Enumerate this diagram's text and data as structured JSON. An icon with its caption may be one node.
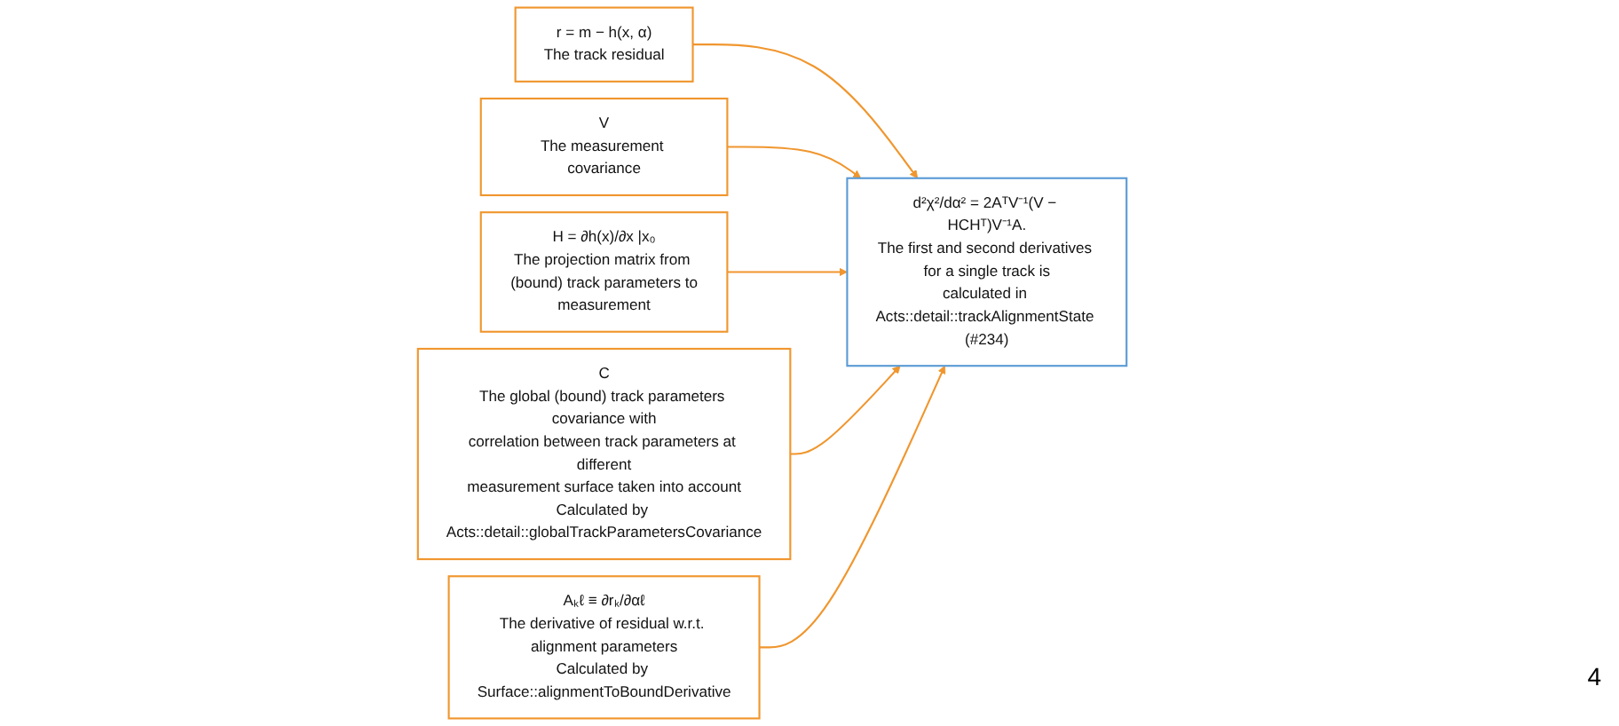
{
  "diagram": {
    "nodes": [
      {
        "text": [
          "r = m − h(x, α)",
          "The track residual"
        ]
      },
      {
        "text": [
          "V",
          "The measurement covariance"
        ]
      },
      {
        "text": [
          "H = ∂h(x)/∂x |x₀",
          "The projection matrix from (bound) track parameters to measurement"
        ]
      },
      {
        "text": [
          "C",
          "The global (bound) track parameters covariance with correlation between track parameters at different measurement surface taken into account",
          "Calculated by Acts::detail::globalTrackParametersCovariance"
        ]
      },
      {
        "text": [
          "Aₖℓ ≡ ∂rₖ/∂αℓ",
          "The derivative of residual w.r.t. alignment parameters",
          "Calculated by Surface::alignmentToBoundDerivative"
        ]
      },
      {
        "text": [
          "d²χ²/dα² = 2AᵀV⁻¹(V − HCHᵀ)V⁻¹A.",
          "The first and second derivatives for a single track is calculated in Acts::detail::trackAlignmentState (#234)"
        ]
      }
    ],
    "edges": [
      {
        "from": 0,
        "to": 5,
        "arrow": "to"
      },
      {
        "from": 1,
        "to": 5,
        "arrow": "to"
      },
      {
        "from": 2,
        "to": 5,
        "arrow": "to"
      },
      {
        "from": 3,
        "to": 5,
        "arrow": "to"
      },
      {
        "from": 4,
        "to": 5,
        "arrow": "to"
      }
    ],
    "labels": [
      "4"
    ]
  }
}
